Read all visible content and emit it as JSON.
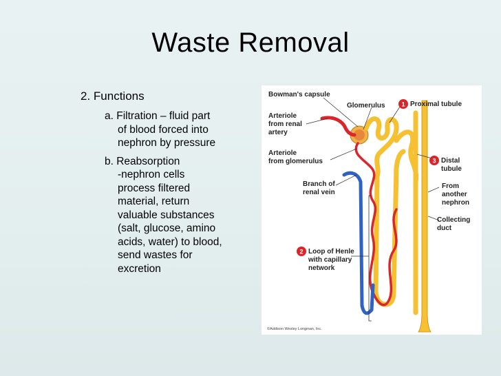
{
  "slide": {
    "title": "Waste Removal",
    "heading": "2. Functions",
    "item_a": [
      "a. Filtration – fluid part",
      "of blood forced into",
      "nephron by pressure"
    ],
    "item_b": [
      "b. Reabsorption",
      "-nephron cells",
      "process filtered",
      "material, return",
      "valuable substances",
      "(salt, glucose, amino",
      "acids, water) to blood,",
      "send wastes for",
      "excretion"
    ]
  },
  "figure": {
    "labels": {
      "bowmans_capsule": "Bowman's capsule",
      "glomerulus": "Glomerulus",
      "proximal_tubule": "Proximal tubule",
      "arteriole_renal_1": "Arteriole",
      "arteriole_renal_2": "from renal",
      "arteriole_renal_3": "artery",
      "arteriole_glom_1": "Arteriole",
      "arteriole_glom_2": "from glomerulus",
      "branch_vein_1": "Branch of",
      "branch_vein_2": "renal vein",
      "distal_1": "Distal",
      "distal_2": "tubule",
      "from_nephron_1": "From",
      "from_nephron_2": "another",
      "from_nephron_3": "nephron",
      "collecting_1": "Collecting",
      "collecting_2": "duct",
      "loop_1": "Loop of Henle",
      "loop_2": "with capillary",
      "loop_3": "network",
      "copyright": "©Addison Wesley Longman, Inc."
    },
    "markers": [
      "1",
      "2",
      "3"
    ],
    "colors": {
      "tubule": "#f5c032",
      "artery": "#d8262b",
      "vein": "#2f62c2",
      "marker": "#d8262b",
      "capsule": "#f0b04a"
    }
  }
}
